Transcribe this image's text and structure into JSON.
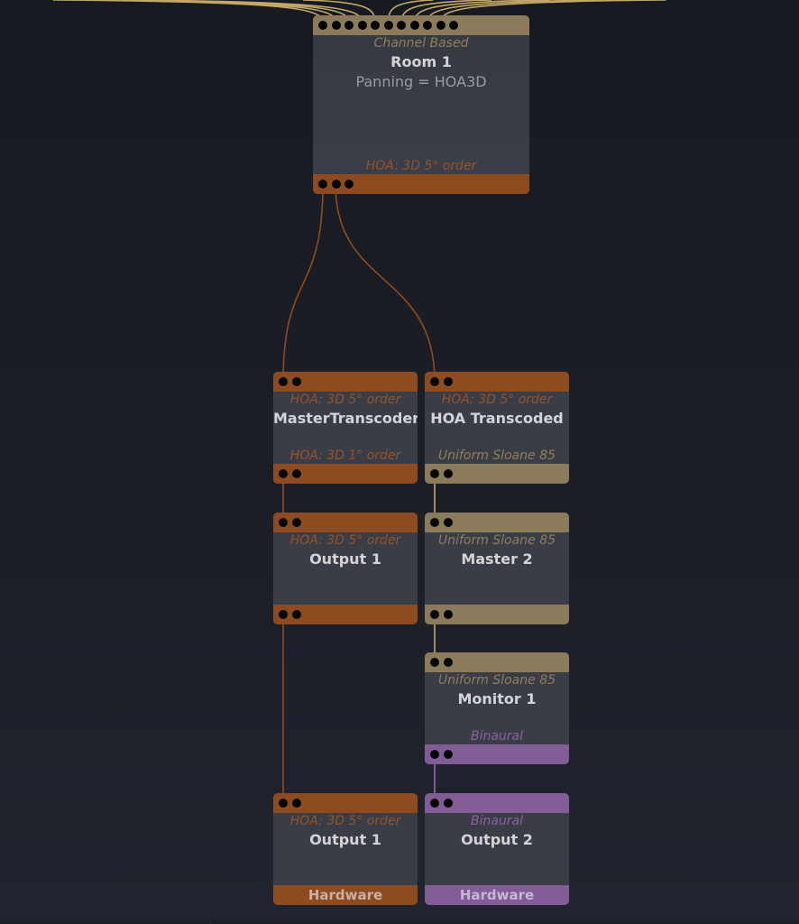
{
  "colors": {
    "orange": "#8f4b20",
    "tan": "#8b7b5b",
    "purple": "#825c96",
    "background": "#1b1e26",
    "node_body": "#3a3d46"
  },
  "nodes": [
    {
      "id": "room-1",
      "input_type": "Channel Based",
      "title": "Room 1",
      "subtitle": "Panning = HOA3D",
      "output_type": "HOA: 3D 5° order",
      "in_color": "tan",
      "out_color": "orange",
      "in_ports": 11,
      "out_ports": 3
    },
    {
      "id": "master-transcoder",
      "input_type": "HOA: 3D 5° order",
      "title": "MasterTranscoder",
      "output_type": "HOA: 3D 1° order",
      "in_color": "orange",
      "out_color": "orange",
      "in_ports": 2,
      "out_ports": 2
    },
    {
      "id": "hoa-transcoded",
      "input_type": "HOA: 3D 5° order",
      "title": "HOA Transcoded",
      "output_type": "Uniform Sloane 85",
      "in_color": "orange",
      "out_color": "tan",
      "in_ports": 2,
      "out_ports": 2
    },
    {
      "id": "output-1-mid",
      "input_type": "HOA: 3D 5° order",
      "title": "Output 1",
      "output_type": "",
      "in_color": "orange",
      "out_color": "orange",
      "in_ports": 2,
      "out_ports": 2
    },
    {
      "id": "master-2",
      "input_type": "Uniform Sloane 85",
      "title": "Master 2",
      "output_type": "",
      "in_color": "tan",
      "out_color": "tan",
      "in_ports": 2,
      "out_ports": 2
    },
    {
      "id": "monitor-1",
      "input_type": "Uniform Sloane 85",
      "title": "Monitor 1",
      "output_type": "Binaural",
      "in_color": "tan",
      "out_color": "purple",
      "in_ports": 2,
      "out_ports": 2
    },
    {
      "id": "output-1-hw",
      "input_type": "HOA: 3D 5° order",
      "title": "Output 1",
      "output_type": "",
      "footer_label": "Hardware",
      "in_color": "orange",
      "out_color": "orange",
      "in_ports": 2,
      "out_ports": 0
    },
    {
      "id": "output-2-hw",
      "input_type": "Binaural",
      "title": "Output 2",
      "output_type": "",
      "footer_label": "Hardware",
      "in_color": "purple",
      "out_color": "purple",
      "in_ports": 2,
      "out_ports": 0
    }
  ]
}
